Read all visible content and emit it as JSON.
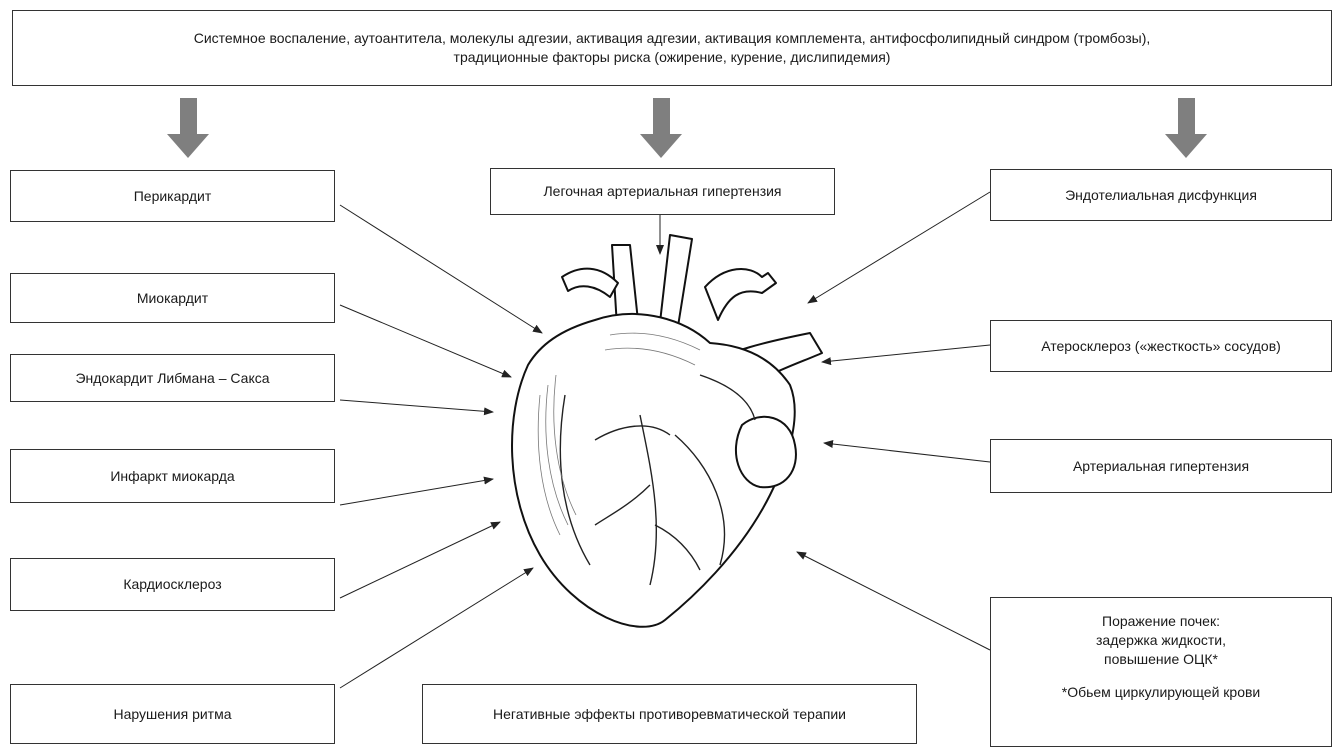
{
  "top": {
    "line1": "Системное воспаление, аутоантитела, молекулы адгезии, активация адгезии, активация комплемента, антифосфолипидный синдром (тромбозы),",
    "line2": "традиционные факторы риска (ожирение, курение, дислипидемия)"
  },
  "left": [
    "Перикардит",
    "Миокардит",
    "Эндокардит Либмана – Сакса",
    "Инфаркт миокарда",
    "Кардиосклероз",
    "Нарушения ритма"
  ],
  "center": {
    "pulmonary": "Легочная артериальная гипертензия",
    "therapy": "Негативные эффекты противоревматической терапии"
  },
  "right": {
    "endothelial": "Эндотелиальная дисфункция",
    "atherosclerosis": "Атеросклероз («жесткость» сосудов)",
    "hypertension": "Артериальная гипертензия",
    "kidney": {
      "line1": "Поражение почек:",
      "line2": "задержка жидкости,",
      "line3": "повышение ОЦК*",
      "note": "*Обьем циркулирующей крови"
    }
  },
  "colors": {
    "big_arrow": "#7f7f7f",
    "line": "#222222",
    "heart_fill": "#ffffff",
    "heart_stroke": "#111111"
  }
}
